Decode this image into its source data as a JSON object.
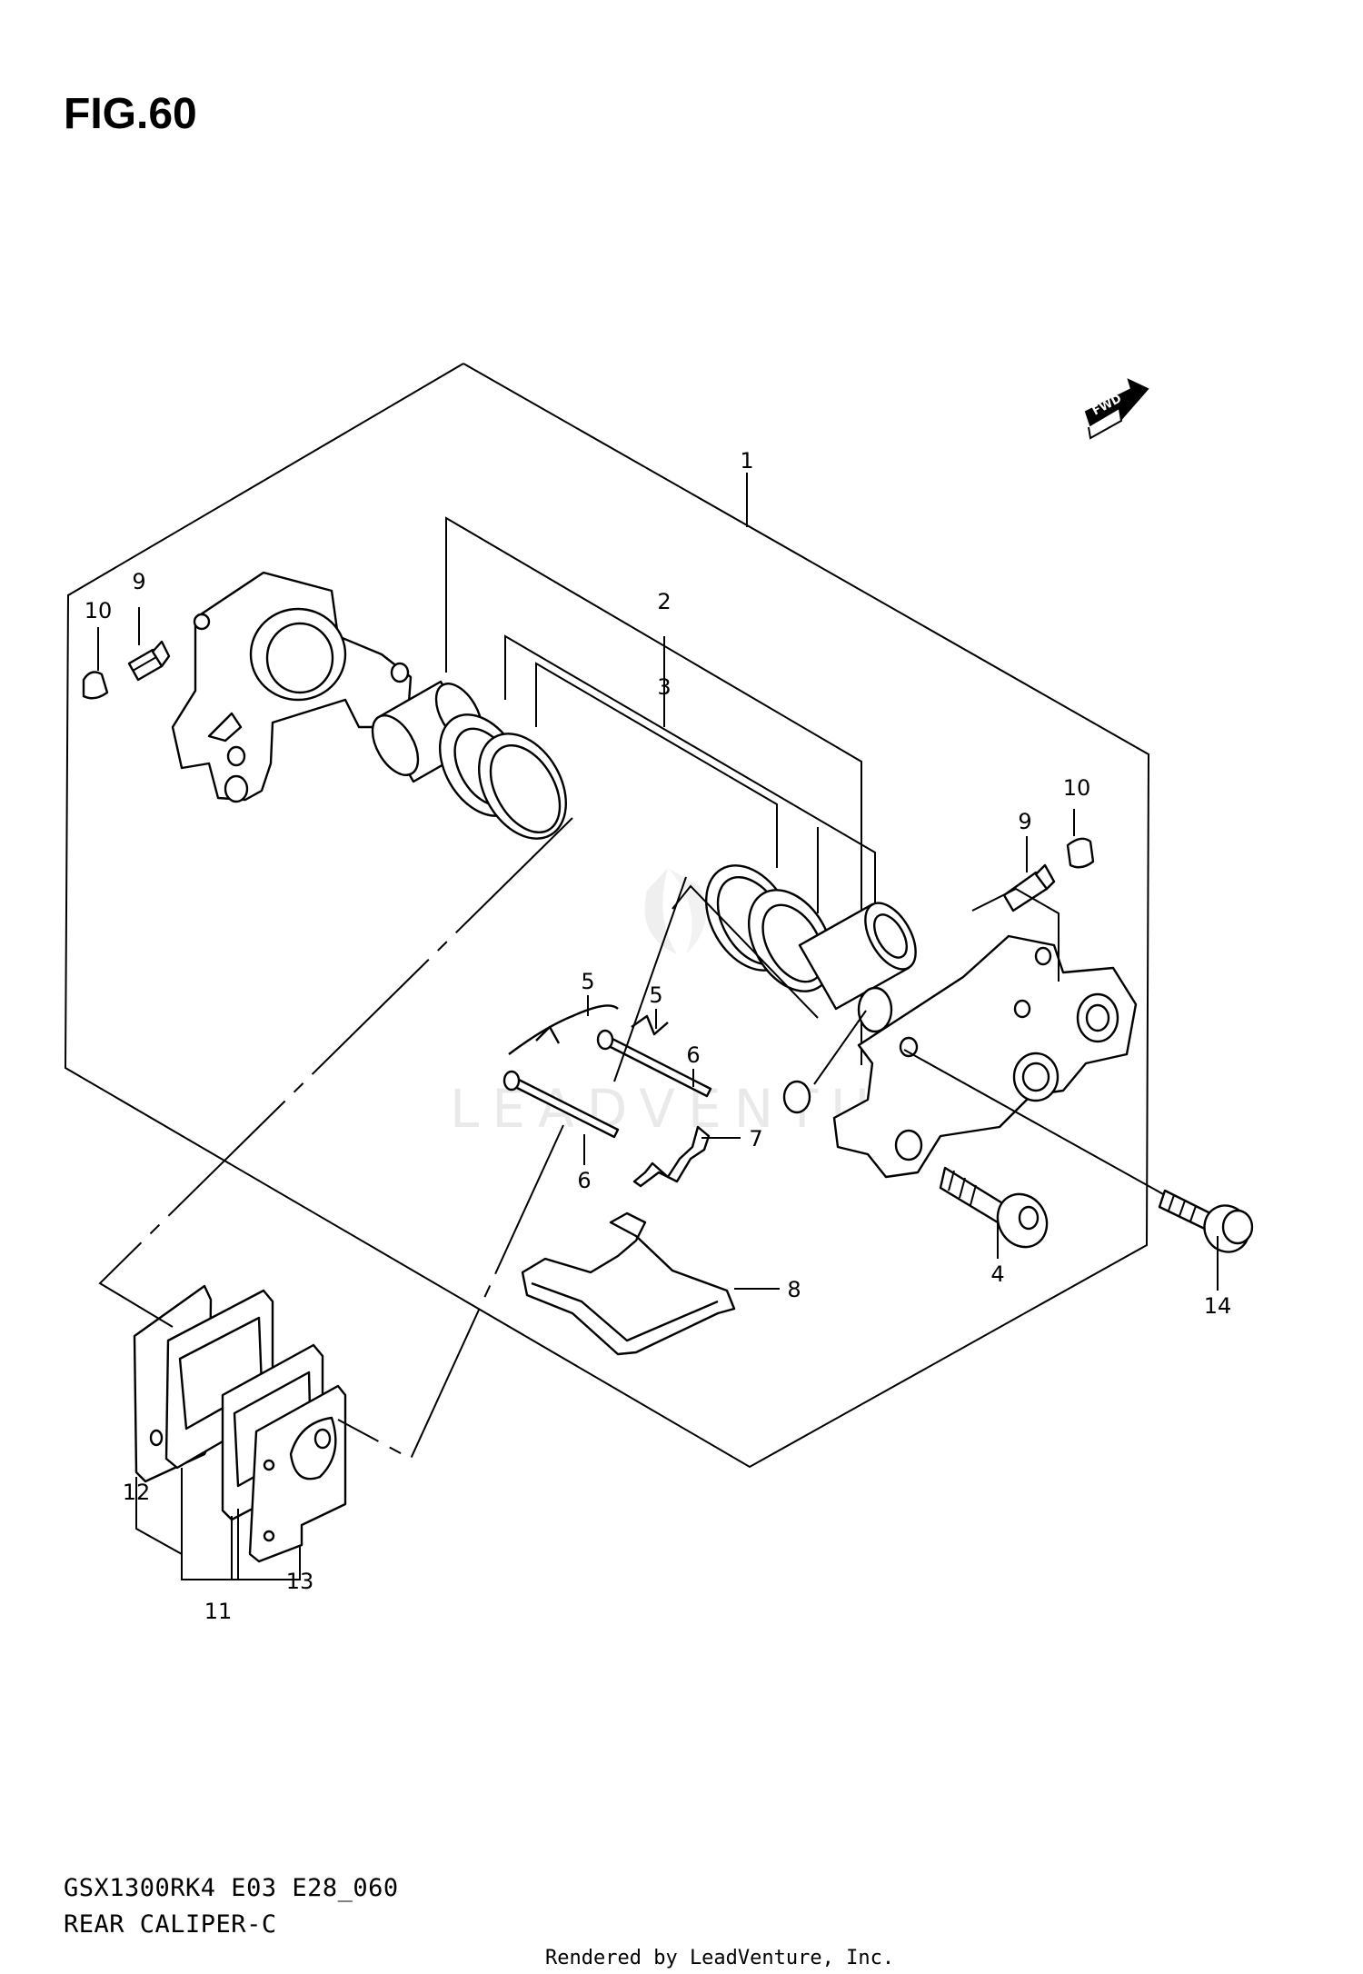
{
  "figure": {
    "title": "FIG.60"
  },
  "footer": {
    "model_code": "GSX1300RK4 E03 E28_060",
    "section_name": "REAR CALIPER-C",
    "rendered_by": "Rendered by LeadVenture, Inc."
  },
  "direction_badge": {
    "text": "FWD"
  },
  "watermark": {
    "text": "LEADVENTURE"
  },
  "callouts": [
    {
      "id": "c1",
      "number": "1"
    },
    {
      "id": "c2",
      "number": "2"
    },
    {
      "id": "c3",
      "number": "3"
    },
    {
      "id": "c4",
      "number": "4"
    },
    {
      "id": "c5a",
      "number": "5"
    },
    {
      "id": "c5b",
      "number": "5"
    },
    {
      "id": "c6a",
      "number": "6"
    },
    {
      "id": "c6b",
      "number": "6"
    },
    {
      "id": "c7",
      "number": "7"
    },
    {
      "id": "c8",
      "number": "8"
    },
    {
      "id": "c9a",
      "number": "9"
    },
    {
      "id": "c9b",
      "number": "9"
    },
    {
      "id": "c10a",
      "number": "10"
    },
    {
      "id": "c10b",
      "number": "10"
    },
    {
      "id": "c11",
      "number": "11"
    },
    {
      "id": "c12",
      "number": "12"
    },
    {
      "id": "c13",
      "number": "13"
    },
    {
      "id": "c14",
      "number": "14"
    }
  ]
}
